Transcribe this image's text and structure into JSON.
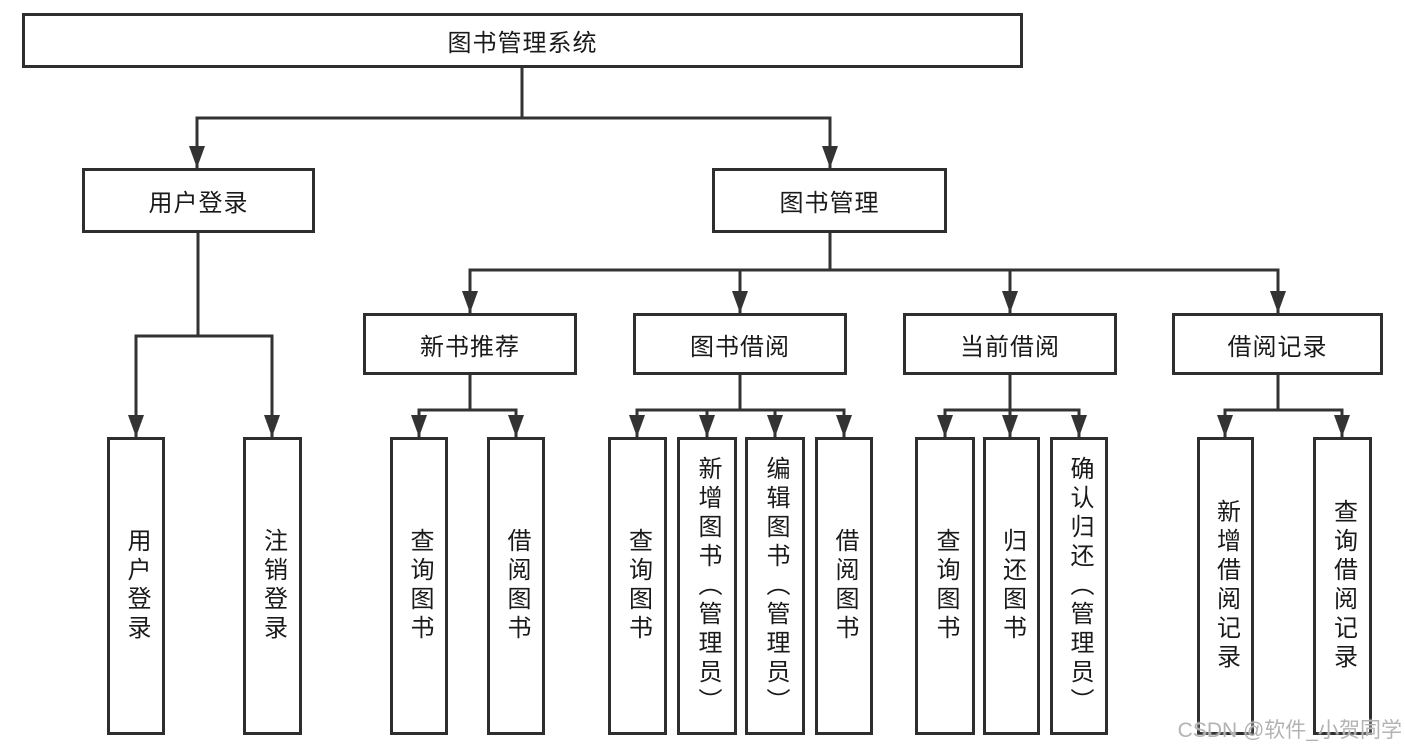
{
  "tree": {
    "label": "图书管理系统",
    "children": [
      {
        "label": "用户登录",
        "children": [
          {
            "label": "用户登录"
          },
          {
            "label": "注销登录"
          }
        ]
      },
      {
        "label": "图书管理",
        "children": [
          {
            "label": "新书推荐",
            "children": [
              {
                "label": "查询图书"
              },
              {
                "label": "借阅图书"
              }
            ]
          },
          {
            "label": "图书借阅",
            "children": [
              {
                "label": "查询图书"
              },
              {
                "label": "新增图书（管理员）"
              },
              {
                "label": "编辑图书（管理员）"
              },
              {
                "label": "借阅图书"
              }
            ]
          },
          {
            "label": "当前借阅",
            "children": [
              {
                "label": "查询图书"
              },
              {
                "label": "归还图书"
              },
              {
                "label": "确认归还（管理员）"
              }
            ]
          },
          {
            "label": "借阅记录",
            "children": [
              {
                "label": "新增借阅记录"
              },
              {
                "label": "查询借阅记录"
              }
            ]
          }
        ]
      }
    ]
  },
  "watermark": "CSDN @软件_小贺同学",
  "colors": {
    "background": "#ffffff",
    "box_border": "#2e2e2e",
    "connector_line": "#333333",
    "text": "#1a1a1a",
    "watermark": "#b3b3b3"
  }
}
